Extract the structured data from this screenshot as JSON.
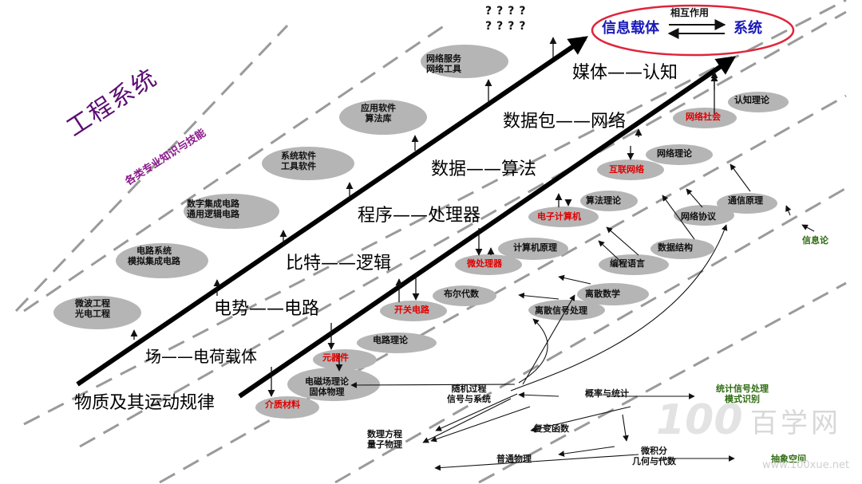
{
  "title": "工程系统",
  "subtitle": "各类专业知识与技能",
  "top": {
    "questions": [
      "????",
      "????"
    ],
    "carrier": "信息载体",
    "interaction": "相互作用",
    "system": "系统"
  },
  "axis_pairs": [
    "物质及其运动规律",
    "场——电荷载体",
    "电势——电路",
    "比特——逻辑",
    "程序——处理器",
    "数据——算法",
    "数据包——网络",
    "媒体——认知"
  ],
  "upper_nodes": [
    "微波工程\n光电工程",
    "电路系统\n模拟集成电路",
    "数字集成电路\n通用逻辑电路",
    "系统软件\n工具软件",
    "应用软件\n算法库",
    "网络服务\n网络工具"
  ],
  "lower_nodes": {
    "red": [
      "介质材料",
      "元器件",
      "开关电路",
      "微处理器",
      "电子计算机",
      "互联网络",
      "网络社会"
    ],
    "theory": [
      "电磁场理论\n固体物理",
      "电路理论",
      "布尔代数",
      "计算机原理",
      "算法理论",
      "网络理论",
      "认知理论"
    ],
    "outer": [
      "离散数学",
      "离散信号处理",
      "编程语言",
      "数据结构",
      "网络协议",
      "通信原理"
    ],
    "information_theory": "信息论"
  },
  "foundation": {
    "random": "随机过程\n信号与系统",
    "probability": "概率与统计",
    "stat": "统计信号处理\n模式识别",
    "complex": "复变函数",
    "equations": "数理方程\n量子物理",
    "physics": "普通物理",
    "calculus": "微积分\n几何与代数",
    "abstract": "抽象空间"
  },
  "watermark": {
    "number": "100",
    "name": "百学网",
    "url": "www.100xue.net"
  },
  "colors": {
    "title": "#5b0d73",
    "subtitle": "#8b1a8b",
    "red_text": "#e00000",
    "green_text": "#2e6b10",
    "blue_text": "#1a1ab8",
    "ellipse_fill": "#b5b5b5",
    "dashed_line": "#9a9a9a",
    "top_ellipse_stroke": "#e0243a"
  }
}
